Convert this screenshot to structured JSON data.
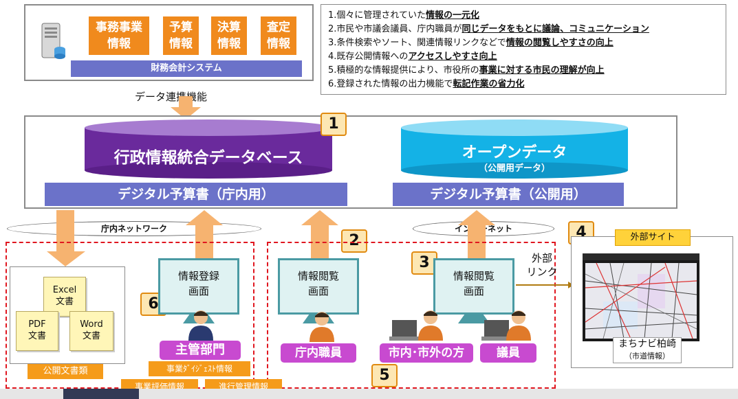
{
  "finance": {
    "boxes": [
      "事務事業\n情報",
      "予算\n情報",
      "決算\n情報",
      "査定\n情報"
    ],
    "system_label": "財務会計システム"
  },
  "benefits": [
    {
      "num": "1",
      "plain": "個々に管理されていた",
      "bold": "情報の一元化"
    },
    {
      "num": "2",
      "plain": "市民や市議会議員、庁内職員が",
      "bold": "同じデータをもとに議論、コミュニケーション"
    },
    {
      "num": "3",
      "plain": "条件検索やソート、関連情報リンクなどで",
      "bold": "情報の閲覧しやすさの向上"
    },
    {
      "num": "4",
      "plain": "既存公開情報への",
      "bold": "アクセスしやすさ向上"
    },
    {
      "num": "5",
      "plain": "積極的な情報提供により、市役所の",
      "bold": "事業に対する市民の理解が向上"
    },
    {
      "num": "6",
      "plain": "登録された情報の出力機能で",
      "bold": "転記作業の省力化"
    }
  ],
  "data_link_label": "データ連携機能",
  "database": {
    "name": "行政情報統合データベース",
    "band": "デジタル予算書（庁内用）"
  },
  "opendata": {
    "name": "オープンデータ",
    "sub": "（公開用データ）",
    "band": "デジタル予算書（公開用）"
  },
  "numbers": [
    "1",
    "2",
    "3",
    "4",
    "5",
    "6"
  ],
  "networks": {
    "internal": "庁内ネットワーク",
    "internet": "インターネット"
  },
  "documents": {
    "excel": "Excel\n文書",
    "pdf": "PDF\n文書",
    "word": "Word\n文書",
    "label": "公開文書類"
  },
  "screens": {
    "register": "情報登録\n画面",
    "view1": "情報閲覧\n画面",
    "view2": "情報閲覧\n画面"
  },
  "users": {
    "main_dept": "主管部門",
    "staff": "庁内職員",
    "citizens": "市内･市外の方",
    "councilors": "議員"
  },
  "tags": {
    "digest": "事業ﾀﾞｲｼﾞｪｽﾄ情報",
    "evaluation": "事業評価情報",
    "progress": "進行管理情報"
  },
  "external": {
    "link": "外部\nリンク",
    "site_label": "外部サイト",
    "site_name": "まちナビ柏崎",
    "site_sub": "（市道情報）"
  },
  "colors": {
    "orange": "#f08a1d",
    "band_blue": "#6b72c9",
    "db_purple": "#6a2a9c",
    "open_cyan": "#14b2e6",
    "magenta": "#c84ad0",
    "dash_red": "#e0161f"
  }
}
